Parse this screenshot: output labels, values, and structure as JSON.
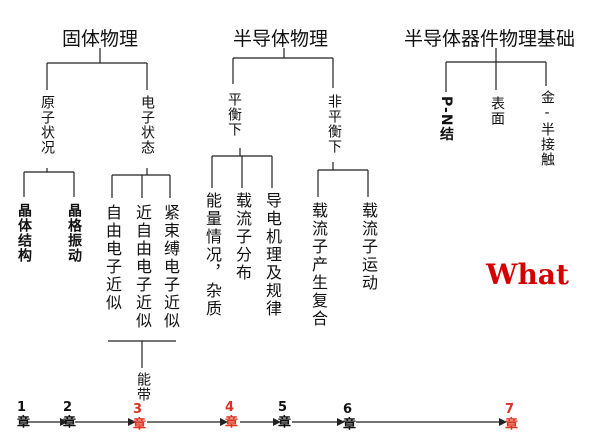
{
  "headers": {
    "solid": "固体物理",
    "semi": "半导体物理",
    "device": "半导体器件物理基础"
  },
  "solid": {
    "atom": "原子状况",
    "electron": "电子状态",
    "atom_children": [
      "晶体结构",
      "晶格振动"
    ],
    "electron_children": [
      "自由电子近似",
      "近自由电子近似",
      "紧束缚电子近似"
    ],
    "energy_band": "能带"
  },
  "semi": {
    "equilibrium": "平衡下",
    "nonequilibrium": "非平衡下",
    "eq_children": [
      "能量情况，杂质",
      "载流子分布",
      "导电机理及规律"
    ],
    "neq_children": [
      "载流子产生复合",
      "载流子运动"
    ]
  },
  "device": {
    "items": [
      "P-N结",
      "表面",
      "金-半接触"
    ]
  },
  "what_label": "What",
  "timeline": {
    "chapters": [
      {
        "label": "1章",
        "highlight": false
      },
      {
        "label": "2章",
        "highlight": false
      },
      {
        "label": "3章",
        "highlight": true
      },
      {
        "label": "4章",
        "highlight": true
      },
      {
        "label": "5章",
        "highlight": false
      },
      {
        "label": "6章",
        "highlight": false
      },
      {
        "label": "7章",
        "highlight": true
      }
    ]
  },
  "colors": {
    "line": "#222222",
    "highlight": "#e0301e",
    "what": "#d40000"
  }
}
